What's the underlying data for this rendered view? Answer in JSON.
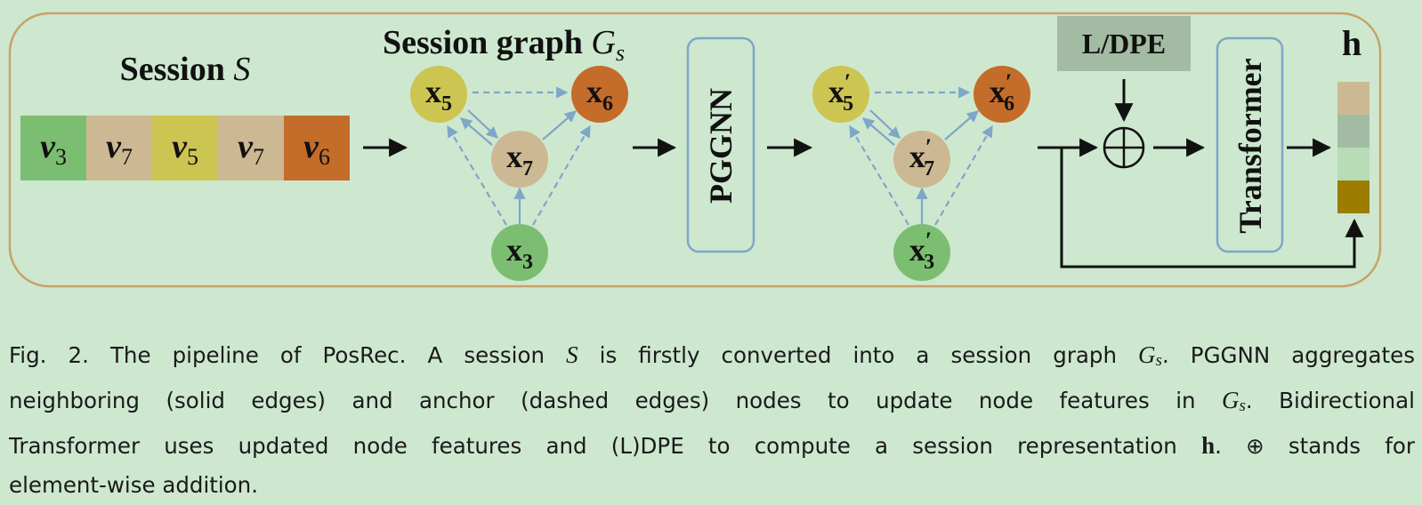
{
  "colors": {
    "background": "#cde8cf",
    "frame": "#c8a26a",
    "green": "#7cbe71",
    "tan": "#cdb894",
    "yellow": "#cdc552",
    "orange": "#c46c2a",
    "gray": "#a3bba3",
    "light_green": "#b7dcb6",
    "olive": "#9c7d00",
    "box_border": "#7fa6c7",
    "dashed_edge": "#7fa6c7"
  },
  "session": {
    "title_text": "Session ",
    "title_var": "S",
    "items": [
      {
        "base": "v",
        "sub": "3",
        "color": "green"
      },
      {
        "base": "v",
        "sub": "7",
        "color": "tan"
      },
      {
        "base": "v",
        "sub": "5",
        "color": "yellow"
      },
      {
        "base": "v",
        "sub": "7",
        "color": "tan"
      },
      {
        "base": "v",
        "sub": "6",
        "color": "orange"
      }
    ]
  },
  "graph": {
    "title_text": "Session graph ",
    "title_var": "G",
    "title_sub": "s",
    "nodes": {
      "x5": {
        "base": "x",
        "sub": "5",
        "color": "yellow"
      },
      "x6": {
        "base": "x",
        "sub": "6",
        "color": "orange"
      },
      "x7": {
        "base": "x",
        "sub": "7",
        "color": "tan"
      },
      "x3": {
        "base": "x",
        "sub": "3",
        "color": "green"
      }
    }
  },
  "updated_graph": {
    "prime": "′",
    "nodes": {
      "x5": {
        "base": "x",
        "sub": "5",
        "color": "yellow"
      },
      "x6": {
        "base": "x",
        "sub": "6",
        "color": "orange"
      },
      "x7": {
        "base": "x",
        "sub": "7",
        "color": "tan"
      },
      "x3": {
        "base": "x",
        "sub": "3",
        "color": "green"
      }
    }
  },
  "pggnn_label": "PGGNN",
  "ldpe_label": "L/DPE",
  "plus_symbol": "⊕",
  "transformer_label": "Transformer",
  "output_label": "h",
  "output_cells": [
    "tan",
    "gray",
    "light_green",
    "olive"
  ],
  "caption": {
    "line1": {
      "a": "Fig. 2.  The pipeline of PosRec. A session ",
      "b": "S",
      "c": " is firstly converted into a session graph ",
      "d_var": "G",
      "d_sub": "s",
      "e": ". PGGNN aggregates"
    },
    "line2": {
      "a": "neighboring (solid edges) and anchor (dashed edges) nodes to update node features in ",
      "b_var": "G",
      "b_sub": "s",
      "c": ". Bidirectional"
    },
    "line3": {
      "a": "Transformer uses updated node features and (L)DPE to compute a session representation ",
      "b": "h",
      "c": ". ⊕ stands for"
    },
    "line4": "element-wise addition."
  }
}
